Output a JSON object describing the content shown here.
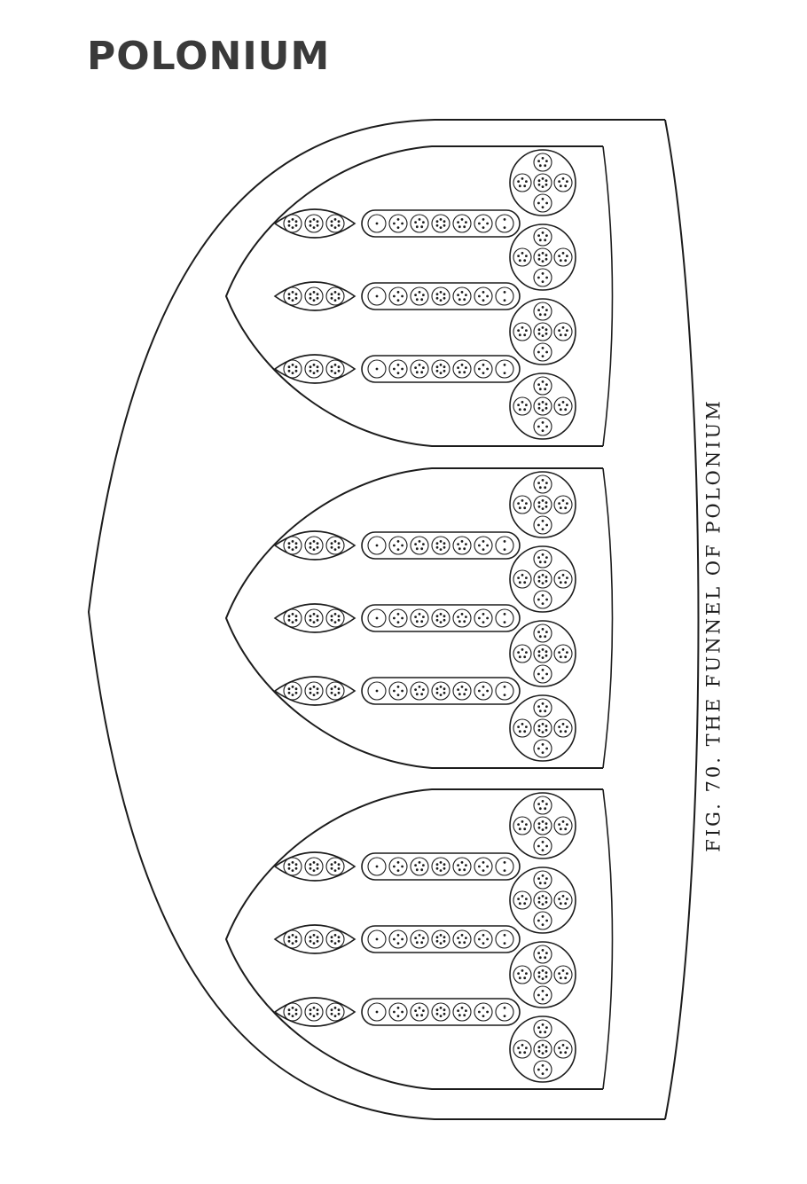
{
  "page_title": "POLONIUM",
  "caption": "FIG. 70. THE FUNNEL OF POLONIUM",
  "colors": {
    "ink": "#1c1c1c",
    "paper": "#ffffff",
    "title_ink": "#3a3a3a"
  },
  "structure": {
    "funnel_count": 3,
    "spheres_per_funnel": 4,
    "sub_spheres_per_sphere": 5,
    "long_ovoids_per_funnel": 3,
    "bodies_per_long_ovoid": 7,
    "short_ovoids_per_funnel": 3,
    "bodies_per_short_ovoid": 3
  }
}
